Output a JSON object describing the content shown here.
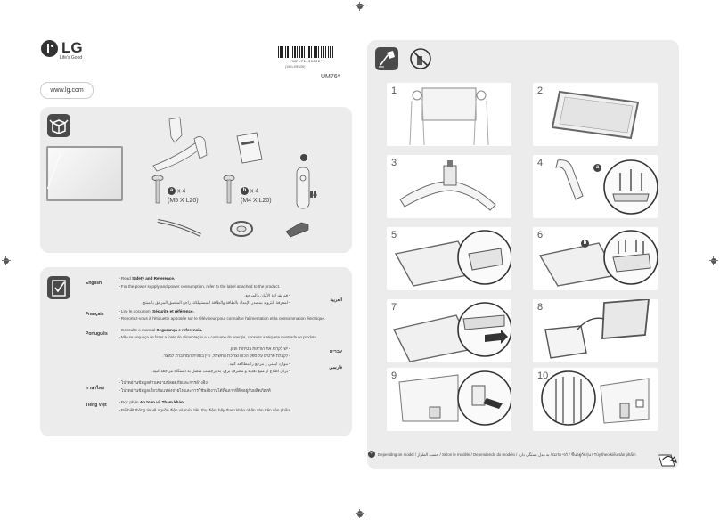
{
  "brand": {
    "logo_text": "LG",
    "tagline": "Life's Good",
    "website": "www.lg.com"
  },
  "barcode": {
    "code": "*MFL71435002*",
    "sub": "(1901-REV00)"
  },
  "model": "UM76*",
  "box_contents": {
    "screw_a": {
      "badge": "a",
      "qty": "x 4",
      "size": "(M5 X L20)"
    },
    "screw_b": {
      "badge": "b",
      "qty": "x 4",
      "size": "(M4 X L20)"
    },
    "battery": "AA"
  },
  "safety": {
    "english_label": "English",
    "english_line1_pre": "• Read ",
    "english_line1_bold": "Safety and Reference.",
    "english_line2": "• For the power supply and power consumption, refer to the label attached to the product.",
    "arabic_label": "العربية",
    "arabic_line1": "• قم بقراءة الأمان والمرجع.",
    "arabic_line2": "• لمعرفة التزويد بمصدر الإمداد بالطاقة والطاقة المستهلكة، راجع الملصق المرفق بالمنتج.",
    "french_label": "Français",
    "french_line1_pre": "• Lire le document ",
    "french_line1_bold": "Sécurité et référence.",
    "french_line2": "• Reportez-vous à l'étiquette apposée sur le téléviseur pour connaître l'alimentation et la consommation électrique.",
    "portuguese_label": "Português",
    "portuguese_line1_pre": "• Consulte o manual ",
    "portuguese_line1_bold": "Segurança e referência.",
    "portuguese_line2": "• Não se esqueça de fazer a fonte de alimentação e o consumo de energia, consulte a etiqueta mostrada no produto.",
    "hebrew_label": "עברית",
    "hebrew_line1": "• יש לקרוא את הוראות בטיחות ועיון.",
    "hebrew_line2": "• לקבלת פרטים על ספק הכוח וצריכת החשמל, עיין בתווית המחוברת למוצר.",
    "farsi_label": "فارسی",
    "farsi_line1": "• موارد ایمنی و مرجع را مطالعه کنید.",
    "farsi_line2": "• برای اطلاع از منبع تغذیه و مصرف برق، به برچسب متصل به دستگاه مراجعه کنید.",
    "thai_label": "ภาษาไทย",
    "thai_line1": "• โปรดอ่านข้อมูลด้านความปลอดภัยและการอ้างอิง",
    "thai_line2": "• โปรดอ่านข้อมูลเกี่ยวกับแหล่งจ่ายไฟและการใช้พลังงานได้ที่ฉลากที่ติดอยู่กับผลิตภัณฑ์",
    "viet_label": "Tiếng Việt",
    "viet_line1_pre": "• Đọc phần ",
    "viet_line1_bold": "An toàn và Tham khảo.",
    "viet_line2": "• Để biết thông tin về nguồn điện và mức tiêu thụ điện, hãy tham khảo nhãn dán trên sản phẩm."
  },
  "steps": [
    "1",
    "2",
    "3",
    "4",
    "5",
    "6",
    "7",
    "8",
    "9",
    "10"
  ],
  "step_badges": {
    "step4": "a",
    "step6": "b"
  },
  "footer_note": "Depending on model / حسب الطراز / Selon le modèle / Dependendo do modelo / לפי הדגם / به مدل بستگی دارد / ขึ้นอยู่กับรุ่น / Tùy theo kiểu sản phẩm"
}
